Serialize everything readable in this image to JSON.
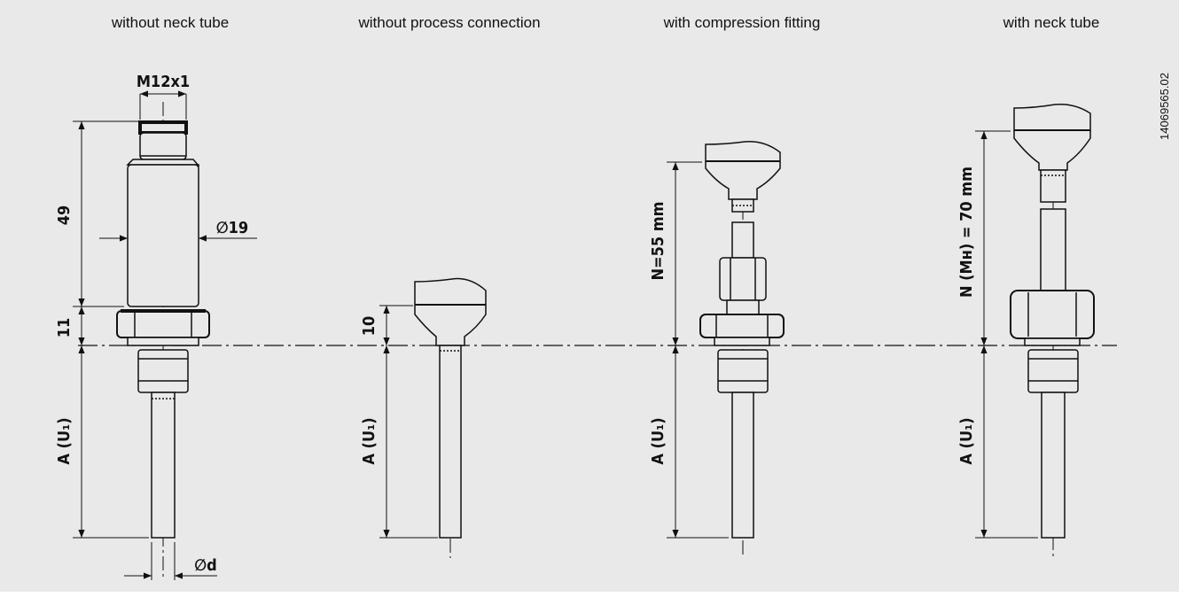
{
  "headers": {
    "h1": "without neck tube",
    "h2": "without process connection",
    "h3": "with compression fitting",
    "h4": "with neck tube"
  },
  "drawing_number": "14069565.02",
  "dimensions": {
    "thread": "M12x1",
    "d1": "49",
    "d2": "11",
    "dia19": "∅19",
    "dia_d": "∅d",
    "a_u1": "A (U₁)",
    "ten": "10",
    "n55": "N=55 mm",
    "n70": "N (Mʜ) = 70 mm"
  }
}
